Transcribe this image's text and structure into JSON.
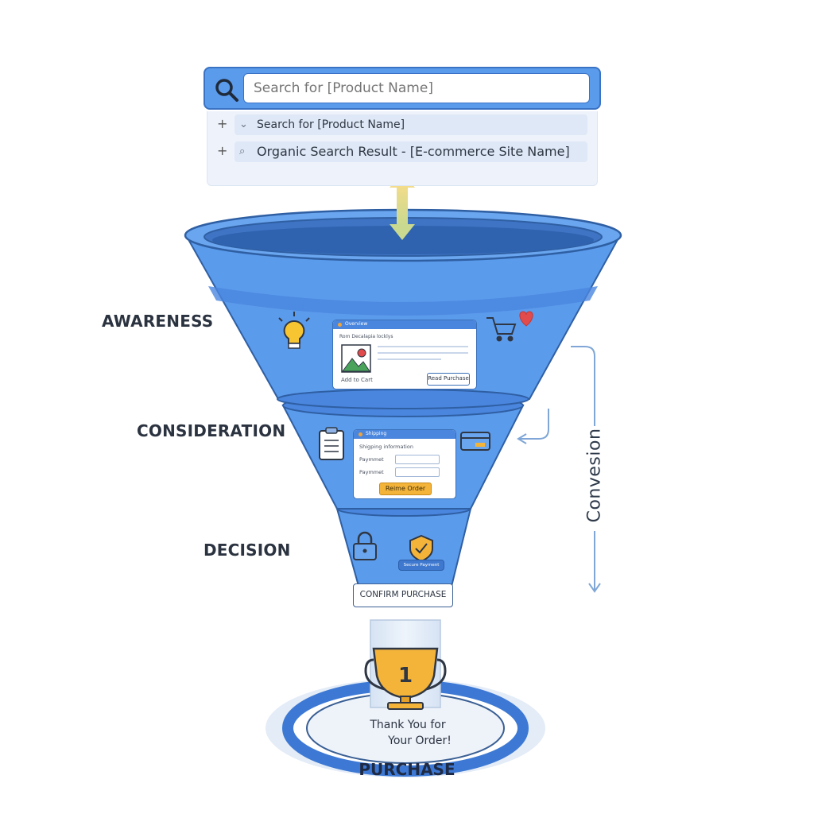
{
  "search": {
    "placeholder": "Search for [Product Name]",
    "suggestions": [
      {
        "icon": "chevron-down-icon",
        "text": "Search for [Product Name]"
      },
      {
        "icon": "search-icon",
        "text": "Organic Search Result - [E-commerce Site Name]"
      }
    ]
  },
  "stages": {
    "awareness": "AWARENESS",
    "consideration": "CONSIDERATION",
    "decision": "DECISION",
    "purchase": "PURCHASE"
  },
  "awareness_card": {
    "title": "Overview",
    "subtitle": "Rom Decalapia locklys",
    "add_to_cart": "Add to Cart",
    "read_purchase": "Read Purchase"
  },
  "consideration_card": {
    "title": "Shipping",
    "shipping_label": "Shigping information",
    "payment_label_1": "Paymmet",
    "payment_label_2": "Paymmet",
    "reorder_button": "Reime Order"
  },
  "decision": {
    "secure_label": "Secure Payment",
    "confirm_button": "CONFIRM PURCHASE"
  },
  "purchase": {
    "thank_you_line1": "Thank You for",
    "thank_you_line2": "Your Order!",
    "trophy_number": "1"
  },
  "conversion_label": "Convesion",
  "icons": [
    "search-icon",
    "lightbulb-icon",
    "shopping-cart-icon",
    "heart-icon",
    "clipboard-icon",
    "credit-card-icon",
    "lock-icon",
    "shield-check-icon",
    "trophy-icon",
    "image-icon"
  ],
  "colors": {
    "funnel_blue": "#5b9bec",
    "funnel_dark": "#3a6fb8",
    "accent_yellow": "#f4b43a",
    "heart_red": "#e24b4b"
  }
}
